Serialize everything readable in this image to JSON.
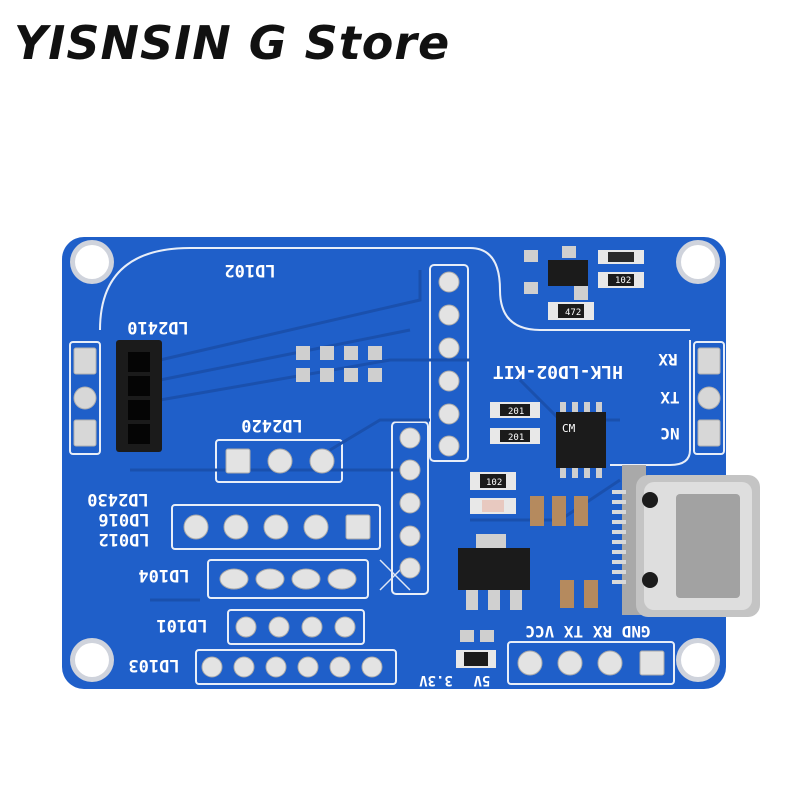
{
  "header": {
    "store_name": "YISNSIN G Store"
  },
  "board": {
    "colors": {
      "pcb": "#1f5fc9",
      "pcb_dark": "#1a50ad",
      "silkscreen": "#ffffff",
      "pad": "#d7d7d7",
      "chip": "#1b1b1b"
    },
    "labels": {
      "module_name": "HLK-LD02-KIT",
      "ld102": "LD102",
      "ld2410": "LD2410",
      "ld2420": "LD2420",
      "ld2430": "LD2430",
      "ld016": "LD016",
      "ld012": "LD012",
      "ld104": "LD104",
      "ld101": "LD101",
      "ld103": "LD103",
      "pin_rx": "RX",
      "pin_tx": "TX",
      "pin_nc": "NC",
      "header_pins": "GND RX TX VCC",
      "v33": "3.3V",
      "v5": "5V",
      "res_102": "102",
      "res_472": "472",
      "res_201a": "201",
      "res_201b": "201",
      "res_102b": "102",
      "chip_marking": "CM"
    }
  }
}
